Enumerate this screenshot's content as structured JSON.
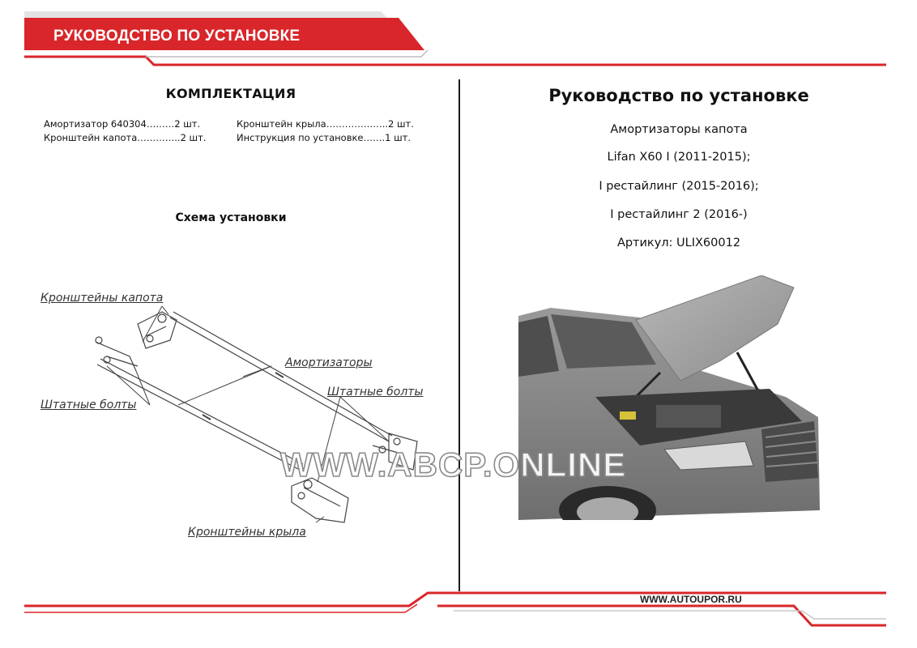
{
  "header": {
    "title": "РУКОВОДСТВО ПО УСТАНОВКЕ"
  },
  "kit": {
    "title": "КОМПЛЕКТАЦИЯ",
    "items": [
      "Амортизатор 640304………2 шт.",
      "Кронштейн капота…………..2 шт.",
      "Кронштейн крыла………………..2 шт.",
      "Инструкция по установке…….1 шт."
    ]
  },
  "scheme": {
    "title": "Схема установки",
    "callouts": {
      "hood_brackets": "Кронштейны капота",
      "shocks": "Амортизаторы",
      "std_bolts_left": "Штатные болты",
      "std_bolts_right": "Штатные болты",
      "fender_brackets": "Кронштейны крыла"
    }
  },
  "product": {
    "title": "Руководство по установке",
    "subtitle": "Амортизаторы капота",
    "models": [
      "Lifan X60 I (2011-2015);",
      "I рестайлинг (2015-2016);",
      "I рестайлинг 2 (2016-)"
    ],
    "article": "Артикул: ULIX60012"
  },
  "watermark": "WWW.ABCP.ONLINE",
  "footer": {
    "url": "WWW.AUTOUPOR.RU"
  },
  "colors": {
    "brand_red": "#d9262a",
    "line_gray": "#c8c8c8"
  }
}
